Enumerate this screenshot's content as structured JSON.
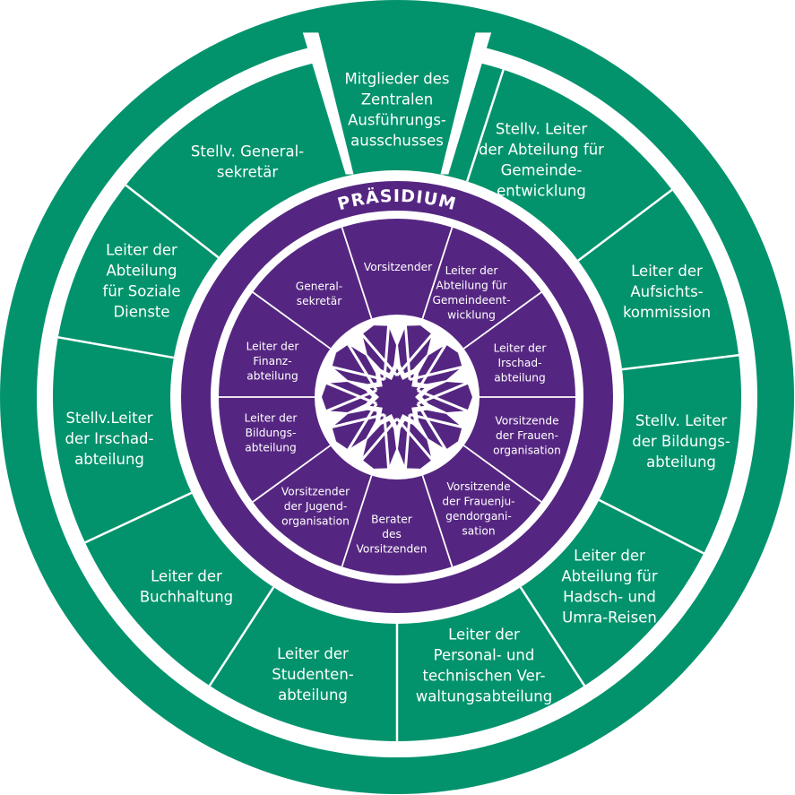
{
  "colors": {
    "green": "#02936c",
    "purple": "#552681",
    "white": "#ffffff"
  },
  "title": "PRÄSIDIUM",
  "top_segment": {
    "lines": [
      "Mitglieder des",
      "Zentralen",
      "Ausführungs-",
      "ausschusses"
    ]
  },
  "outer_segments": [
    {
      "lines": [
        "Stellv. Leiter",
        "der Abteilung für",
        "Gemeinde-",
        "entwicklung"
      ]
    },
    {
      "lines": [
        "Leiter der",
        "Aufsichts-",
        "kommission"
      ]
    },
    {
      "lines": [
        "Stellv. Leiter",
        "der Bildungs-",
        "abteilung"
      ]
    },
    {
      "lines": [
        "Leiter der",
        "Abteilung für",
        "Hadsch- und",
        "Umra-Reisen"
      ]
    },
    {
      "lines": [
        "Leiter der",
        "Personal- und",
        "technischen Ver-",
        "waltungsabteilung"
      ]
    },
    {
      "lines": [
        "Leiter der",
        "Studenten-",
        "abteilung"
      ]
    },
    {
      "lines": [
        "Leiter der",
        "Buchhaltung"
      ]
    },
    {
      "lines": [
        "Stellv.Leiter",
        "der Irschad-",
        "abteilung"
      ]
    },
    {
      "lines": [
        "Leiter der",
        "Abteilung",
        "für Soziale",
        "Dienste"
      ]
    },
    {
      "lines": [
        "Stellv. General-",
        "sekretär"
      ]
    }
  ],
  "inner_segments": [
    {
      "lines": [
        "Vorsitzender"
      ]
    },
    {
      "lines": [
        "Leiter der",
        "Abteilung für",
        "Gemeindeent-",
        "wicklung"
      ]
    },
    {
      "lines": [
        "Leiter der",
        "Irschad-",
        "abteilung"
      ]
    },
    {
      "lines": [
        "Vorsitzende",
        "der Frauen-",
        "organisation"
      ]
    },
    {
      "lines": [
        "Vorsitzende",
        "der Frauenju-",
        "gendorgani-",
        "sation"
      ]
    },
    {
      "lines": [
        "Berater",
        "des",
        "Vorsitzenden"
      ]
    },
    {
      "lines": [
        "Vorsitzender",
        "der Jugend-",
        "organisation"
      ]
    },
    {
      "lines": [
        "Leiter der",
        "Bildungs-",
        "abteilung"
      ]
    },
    {
      "lines": [
        "Leiter der",
        "Finanz-",
        "abteilung"
      ]
    },
    {
      "lines": [
        "General-",
        "sekretär"
      ]
    }
  ],
  "center_icon": "islamic-star-rosette-icon"
}
